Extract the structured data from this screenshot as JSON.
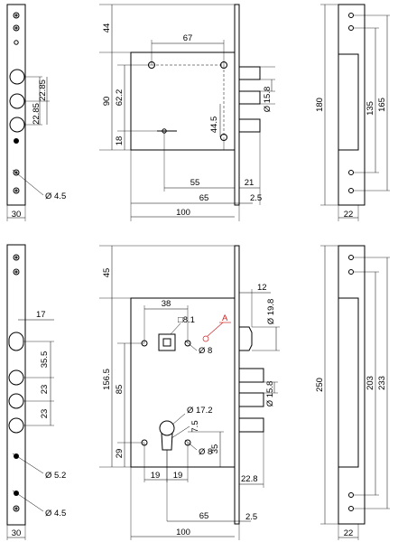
{
  "top": {
    "faceplate": {
      "dia_hole": "Ø 4.5",
      "width": "30",
      "pitch_a": "22.85",
      "pitch_b": "22.85"
    },
    "body": {
      "d_44": "44",
      "d_67": "67",
      "d_90": "90",
      "d_62_2": "62.2",
      "d_18": "18",
      "d_44_5": "44.5",
      "d_55": "55",
      "d_65": "65",
      "d_100": "100",
      "d_21": "21",
      "d_2_5": "2.5",
      "dia_bolt": "Ø 15.8"
    },
    "strike": {
      "d_180": "180",
      "d_135": "135",
      "d_165": "165",
      "width": "22"
    }
  },
  "bottom": {
    "faceplate": {
      "d_17": "17",
      "d_35_5": "35.5",
      "d_23a": "23",
      "d_23b": "23",
      "dia_52": "Ø 5.2",
      "dia_45": "Ø 4.5",
      "width": "30"
    },
    "body": {
      "d_45": "45",
      "d_12": "12",
      "d_38": "38",
      "sq_8_1": "□8.1",
      "marker": "A",
      "dia_19_8": "Ø 19.8",
      "dia_8_top": "Ø 8",
      "d_156_5": "156.5",
      "d_85": "85",
      "dia_15_8": "Ø 15.8",
      "dia_17_2": "Ø 17.2",
      "d_7_5": "7.5",
      "dia_8_bot": "Ø 8",
      "d_35": "35",
      "d_29": "29",
      "d_19a": "19",
      "d_19b": "19",
      "d_22_8": "22.8",
      "d_65": "65",
      "d_2_5": "2.5",
      "d_100": "100"
    },
    "strike": {
      "d_250": "250",
      "d_203": "203",
      "d_233": "233",
      "width": "22"
    }
  }
}
